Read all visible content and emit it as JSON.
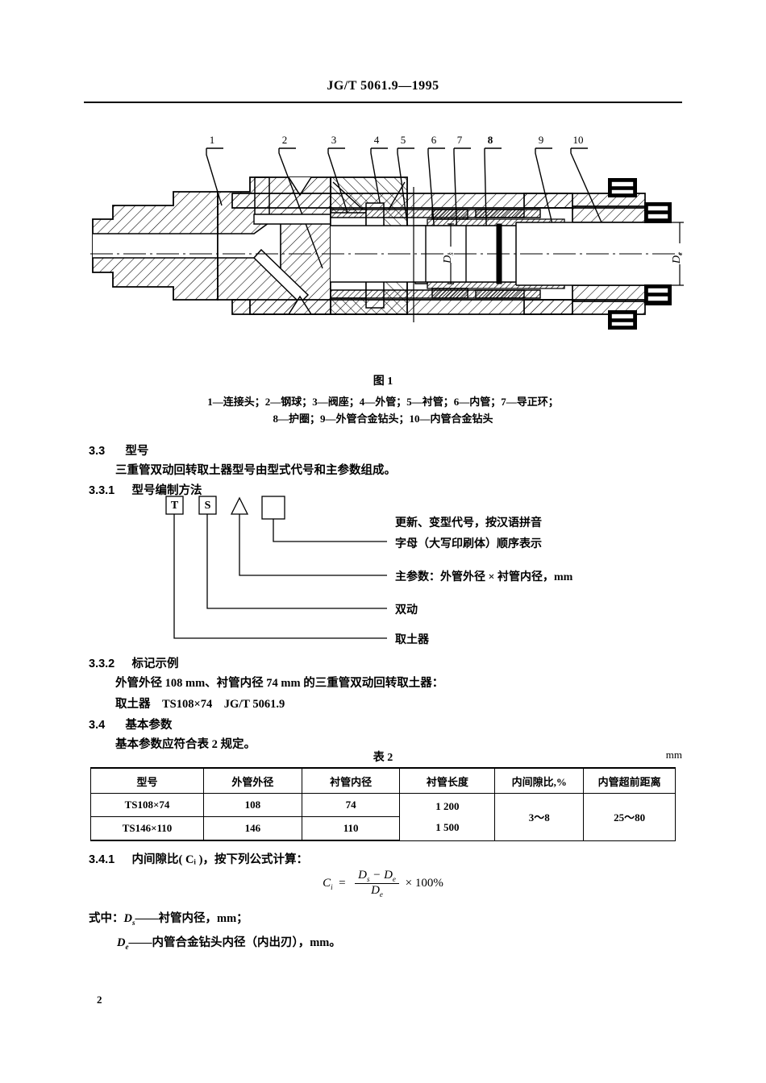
{
  "header": {
    "standard_number": "JG/T 5061.9—1995"
  },
  "figure": {
    "caption": "图 1",
    "legend_line1": "1—连接头；2—钢球；3—阀座；4—外管；5—衬管；6—内管；7—导正环；",
    "legend_line2": "8—护圈；9—外管合金钻头；10—内管合金钻头",
    "callouts": [
      "1",
      "2",
      "3",
      "4",
      "5",
      "6",
      "7",
      "8",
      "9",
      "10"
    ],
    "dimension_labels": [
      "Ds",
      "De"
    ]
  },
  "sections": {
    "s33_num": "3.3",
    "s33_title": "型号",
    "s33_body": "三重管双动回转取土器型号由型式代号和主参数组成。",
    "s331_num": "3.3.1",
    "s331_title": "型号编制方法",
    "s332_num": "3.3.2",
    "s332_title": "标记示例",
    "s332_body1": "外管外径 108 mm、衬管内径 74 mm 的三重管双动回转取土器：",
    "s332_body2": "取土器　TS108×74　JG/T 5061.9",
    "s34_num": "3.4",
    "s34_title": "基本参数",
    "s34_body": "基本参数应符合表 2 规定。",
    "s341_num": "3.4.1",
    "s341_body": "内间隙比( Cᵢ )，按下列公式计算："
  },
  "designation": {
    "boxes": [
      "T",
      "S",
      "△",
      ""
    ],
    "notes": [
      "更新、变型代号，按汉语拼音",
      "字母（大写印刷体）顺序表示",
      "主参数：外管外径 × 衬管内径，mm",
      "双动",
      "取土器"
    ]
  },
  "table": {
    "title": "表 2",
    "unit": "mm",
    "headers": [
      "型号",
      "外管外径",
      "衬管内径",
      "衬管长度",
      "内间隙比,%",
      "内管超前距离"
    ],
    "rows": [
      {
        "model": "TS108×74",
        "outer_od": "108",
        "liner_id": "74"
      },
      {
        "model": "TS146×110",
        "outer_od": "146",
        "liner_id": "110"
      }
    ],
    "liner_lengths": [
      "1 200",
      "1 500"
    ],
    "gap_ratio": "3～8",
    "lead_distance": "25～80"
  },
  "formula": {
    "lhs": "Ci",
    "eq": "=",
    "numerator": "Ds − De",
    "denominator": "De",
    "tail": "× 100%"
  },
  "where": {
    "prefix": "式中：",
    "item1_sym": "Ds",
    "item1_def": "——衬管内径，mm；",
    "item2_sym": "De",
    "item2_def": "——内管合金钻头内径（内出刃），mm。"
  },
  "footer": {
    "page_number": "2"
  },
  "colors": {
    "ink": "#000000",
    "paper": "#ffffff"
  }
}
